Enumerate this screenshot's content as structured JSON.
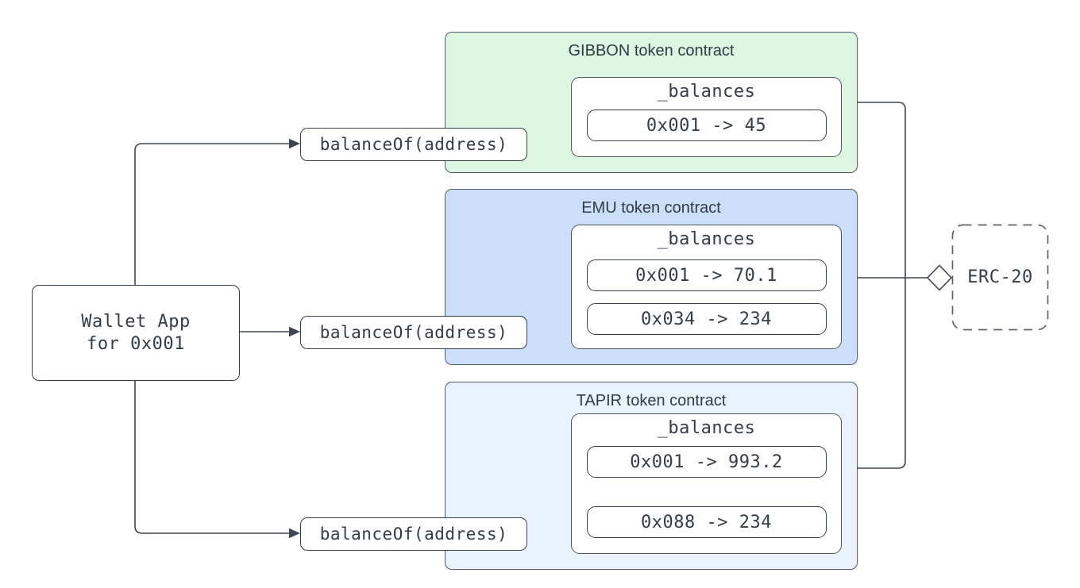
{
  "wallet": {
    "line1": "Wallet App",
    "line2": "for 0x001"
  },
  "method_boxes": [
    {
      "label": "balanceOf(address)"
    },
    {
      "label": "balanceOf(address)"
    },
    {
      "label": "balanceOf(address)"
    }
  ],
  "contracts": [
    {
      "title": "GIBBON token contract",
      "map_label": "_balances",
      "entries": [
        "0x001 -> 45"
      ],
      "fill": "#ddf6e2"
    },
    {
      "title": "EMU token contract",
      "map_label": "_balances",
      "entries": [
        "0x001 -> 70.1",
        "0x034 -> 234"
      ],
      "fill": "#cbdffa"
    },
    {
      "title": "TAPIR token contract",
      "map_label": "_balances",
      "entries": [
        "0x001 -> 993.2",
        "0x088 -> 234"
      ],
      "fill": "#eaf2fd"
    }
  ],
  "erc20": {
    "label": "ERC-20"
  },
  "colors": {
    "background": "#ffffff",
    "line": "#3e4751",
    "node_border": "#353f4a",
    "contract_border": "#515b65",
    "gibbon_fill": "#ddf6e2",
    "emu_fill": "#cbdffa",
    "tapir_fill": "#eaf2fd",
    "dashed_border": "#5a646e"
  }
}
